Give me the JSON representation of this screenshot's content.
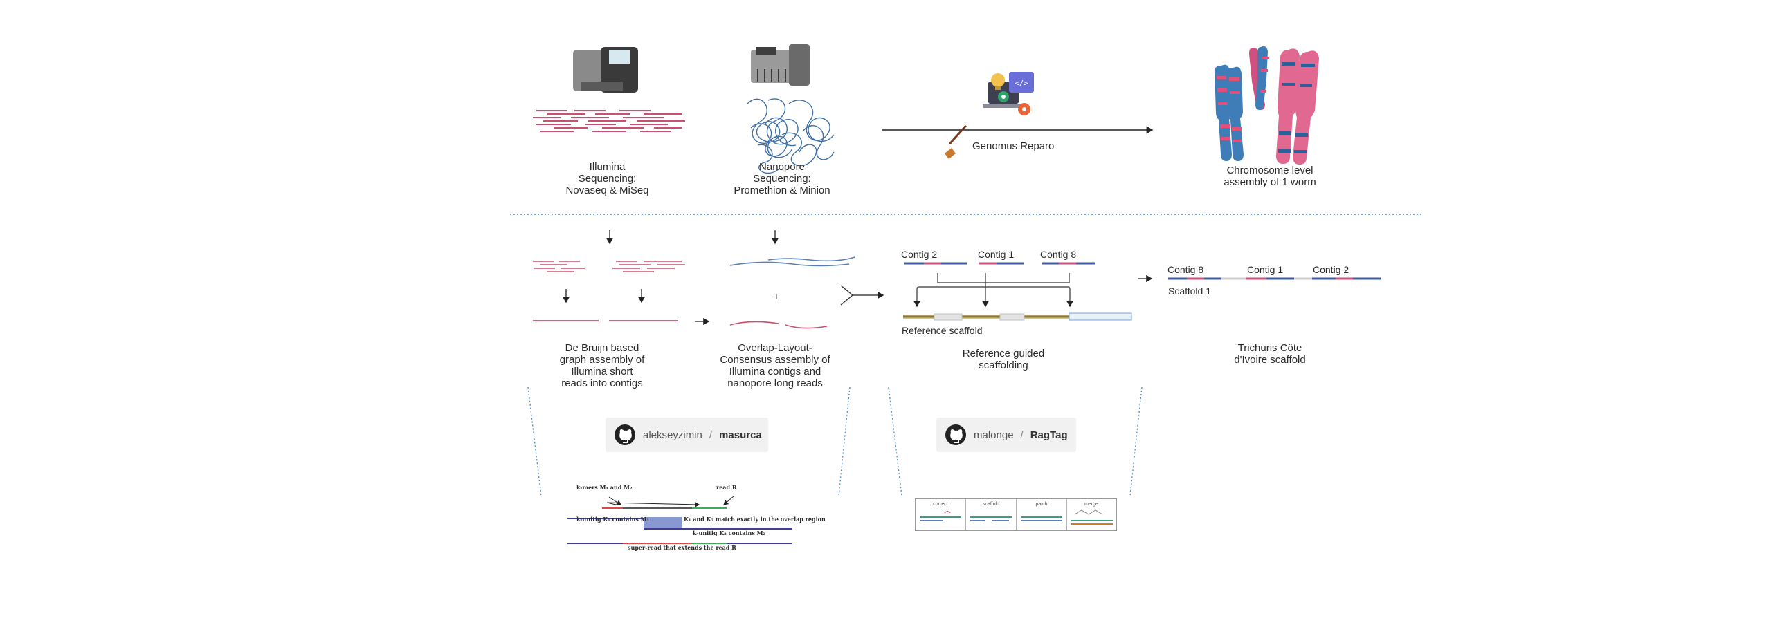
{
  "top": {
    "illumina_label": "Illumina\nSequencing:\nNovaseq & MiSeq",
    "nanopore_label": "Nanopore\nSequencing:\nPromethion & Minion",
    "tool_label": "Genomus Reparo",
    "result_label": "Chromosome level\nassembly of 1 worm"
  },
  "bottom": {
    "debruijn_label": "De Bruijn based\ngraph assembly of\nIllumina short\nreads into contigs",
    "olc_label": "Overlap-Layout-\nConsensus assembly of\nIllumina contigs and\nnanopore long reads",
    "plus_sign": "+",
    "ref_contigs": [
      "Contig 2",
      "Contig 1",
      "Contig 8"
    ],
    "reference_scaffold_label": "Reference scaffold",
    "ref_guided_label": "Reference guided\nscaffolding",
    "final_contigs": [
      "Contig 8",
      "Contig 1",
      "Contig 2"
    ],
    "scaffold_name": "Scaffold 1",
    "final_label": "Trichuris Côte\nd'Ivoire scaffold"
  },
  "github": [
    {
      "owner": "alekseyzimin",
      "separator": "/",
      "repo": "masurca"
    },
    {
      "owner": "malonge",
      "separator": "/",
      "repo": "RagTag"
    }
  ],
  "masurca_diagram": {
    "kmers": "k-mers M₁ and M₂",
    "read": "read R",
    "unitig1": "k-unitig K₁ contains M₁",
    "match": "K₁ and K₂ match exactly in the overlap region",
    "unitig2": "k-unitig K₂ contains M₂",
    "superread": "super-read that extends the read R"
  },
  "ragtag_panels": [
    "correct",
    "scaffold",
    "patch",
    "merge"
  ],
  "colors": {
    "read_pink": "#c9506f",
    "read_blue": "#5a7fb0",
    "contig_blue": "#3d5a9e",
    "contig_pink": "#c8507a",
    "divider": "#4a86c8",
    "ref_olive": "#8b7a2a"
  }
}
